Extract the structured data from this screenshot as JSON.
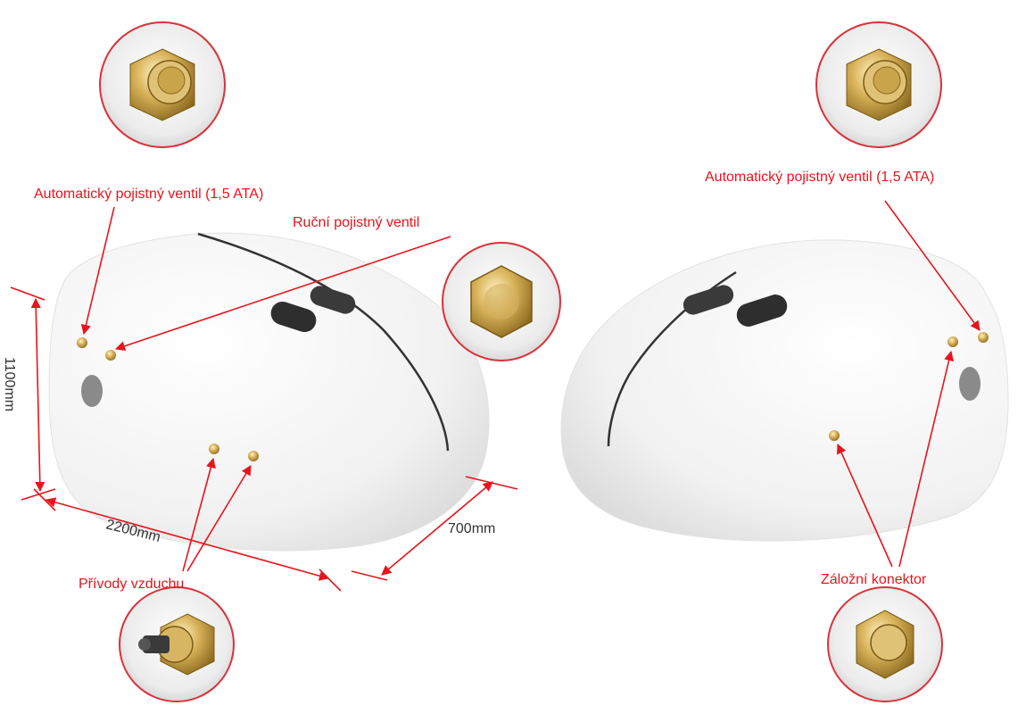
{
  "labels": {
    "auto_valve_left": "Automatický pojistný ventil (1,5 ATA)",
    "manual_valve": "Ruční pojistný ventil",
    "auto_valve_right": "Automatický pojistný ventil (1,5 ATA)",
    "air_inlets": "Přívody vzduchu",
    "backup_connector": "Záložní konektor"
  },
  "dimensions": {
    "height": "1100mm",
    "length": "2200mm",
    "width": "700mm"
  },
  "colors": {
    "annotation": "#e8141c",
    "dimension_line": "#e8141c",
    "chamber_body": "#f4f4f4",
    "brass": "#c9a44a",
    "detail_ring": "#d9323a"
  }
}
